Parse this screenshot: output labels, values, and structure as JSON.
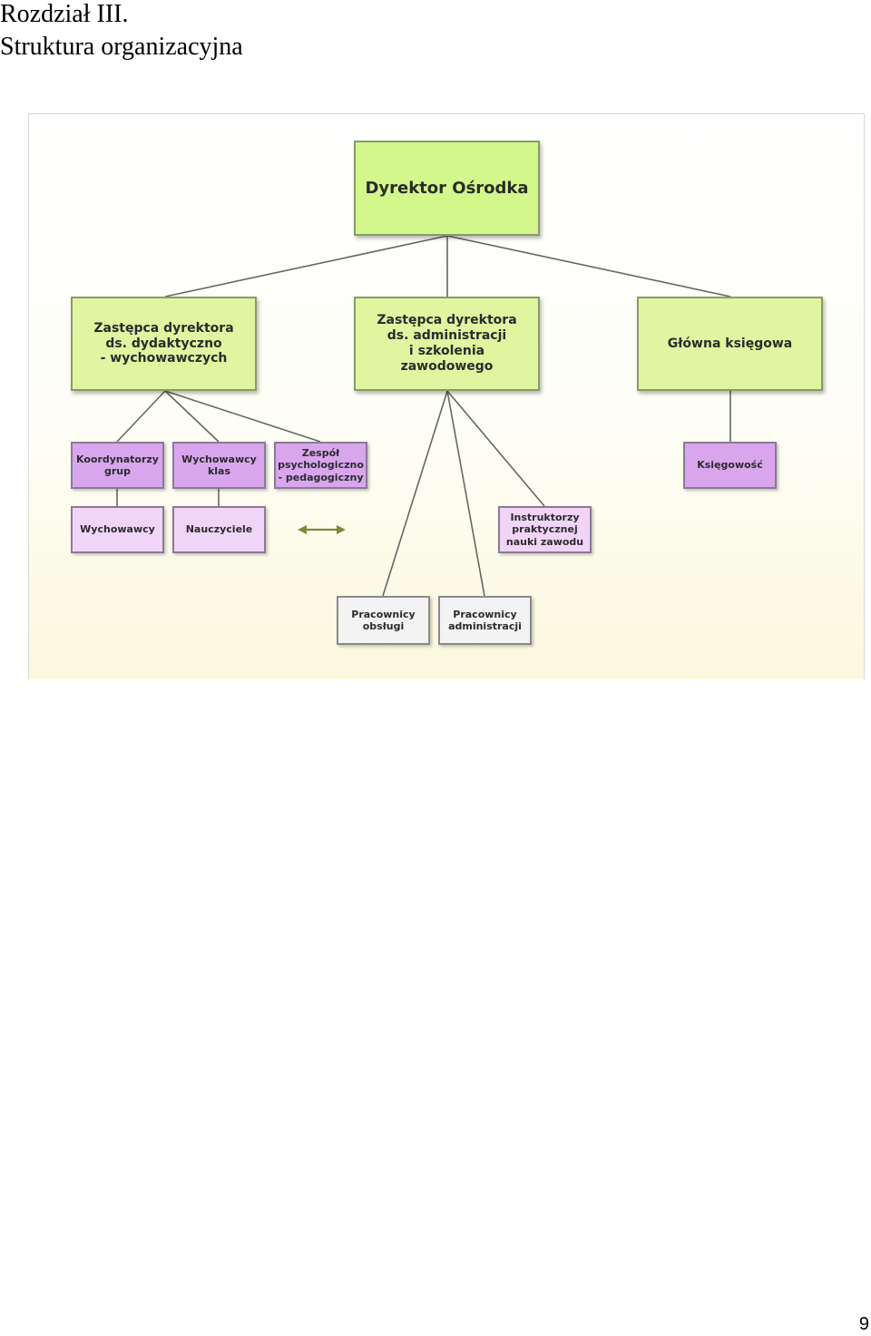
{
  "page": {
    "chapter": "Rozdział III.",
    "title": "Struktura organizacyjna",
    "page_number": "9"
  },
  "org_chart": {
    "director": "Dyrektor Ośrodka",
    "deputy_didactic": "Zastępca dyrektora\nds. dydaktyczno\n- wychowawczych",
    "deputy_admin": "Zastępca dyrektora\nds. administracji\ni szkolenia\nzawodowego",
    "chief_accountant": "Główna księgowa",
    "group_coordinators": "Koordynatorzy\ngrup",
    "class_tutors": "Wychowawcy\nklas",
    "psych_team": "Zespół\npsychologiczno\n- pedagogiczny",
    "accounting": "Księgowość",
    "tutors": "Wychowawcy",
    "teachers": "Nauczyciele",
    "instructors": "Instruktorzy\npraktycznej\nnauki zawodu",
    "service_staff": "Pracownicy\nobsługi",
    "admin_staff": "Pracownicy\nadministracji",
    "colors": {
      "level1_fill": "#d3f78a",
      "level2_fill": "#dff5a0",
      "purple_fill": "#d9a6ee",
      "lilac_fill": "#f1d5f8",
      "grey_fill": "#f3f3f3",
      "connector": "#666666",
      "arrow": "#7a8a3a"
    }
  }
}
